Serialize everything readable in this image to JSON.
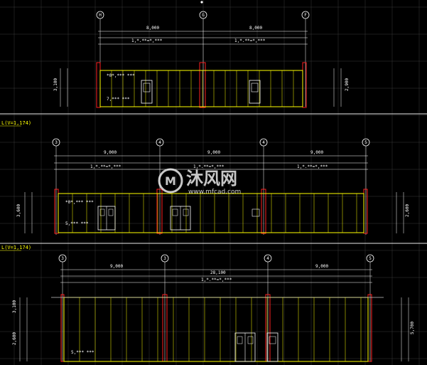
{
  "drawing": {
    "background": "#000000",
    "grid_color": "#3a3a3a",
    "colors": {
      "wall": "#ffff00",
      "column": "#ff2020",
      "dimension": "#ffffff",
      "door": "#ffffff",
      "frame": "#c8c8c8"
    }
  },
  "elevations": [
    {
      "title": "",
      "grid_labels": [
        "H",
        "G",
        "F"
      ],
      "dimensions": {
        "overall": [
          "8,000",
          "8,000"
        ],
        "sub": [
          "1,*.**=*,***",
          "1,*.**=*,***"
        ]
      },
      "notes": [
        "*0*,*** ***",
        "7,*** ***"
      ],
      "vertical_dims": [
        "3,100",
        "2,900"
      ],
      "doors": 2
    },
    {
      "title": "L(V=1,174)",
      "grid_labels": [
        "3",
        "4",
        "4",
        "5"
      ],
      "dimensions": {
        "overall": [
          "9,000",
          "9,000",
          "9,000"
        ],
        "sub": [
          "1,*.**=*,***",
          "1,*.**=*,***",
          "1,*.**=*,***"
        ]
      },
      "notes": [
        "*0*,*** ***",
        "5,*** ***"
      ],
      "vertical_dims": [
        "3,600",
        "2,600"
      ],
      "doors": 2
    },
    {
      "title": "L(V=1,174)",
      "grid_labels": [
        "3",
        "3",
        "4",
        "5"
      ],
      "dimensions": {
        "overall": [
          "9,000",
          "28,100",
          "9,000"
        ],
        "sub": [
          "1,*.**=*,***"
        ]
      },
      "notes": [
        "5,*** ***"
      ],
      "vertical_dims": [
        "3,100",
        "2,600",
        "5,700"
      ],
      "doors": 2
    }
  ],
  "watermark": {
    "brand": "沐风网",
    "url": "www.mfcad.com",
    "logo_letter": "M"
  }
}
